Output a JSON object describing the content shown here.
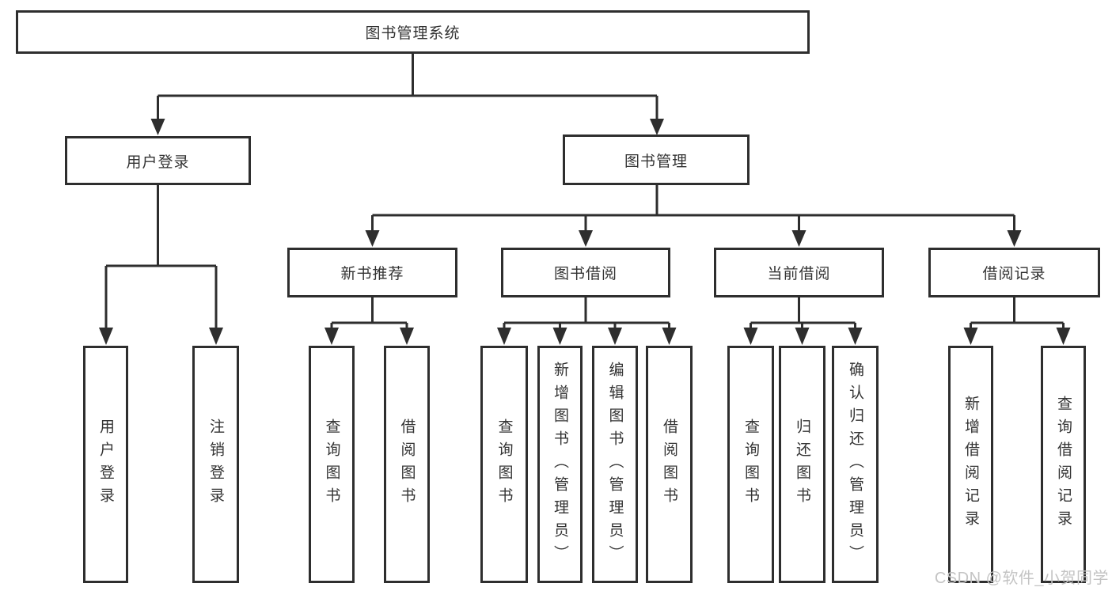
{
  "colors": {
    "line": "#2e2e2e",
    "text": "#333333",
    "box-fill": "#ffffff",
    "watermark-color": "#c4c4c4"
  },
  "tree": {
    "label": "图书管理系统",
    "children": [
      {
        "label": "用户登录",
        "children": [
          {
            "label": "用户登录"
          },
          {
            "label": "注销登录"
          }
        ]
      },
      {
        "label": "图书管理",
        "children": [
          {
            "label": "新书推荐",
            "children": [
              {
                "label": "查询图书"
              },
              {
                "label": "借阅图书"
              }
            ]
          },
          {
            "label": "图书借阅",
            "children": [
              {
                "label": "查询图书"
              },
              {
                "label": "新增图书（管理员）"
              },
              {
                "label": "编辑图书（管理员）"
              },
              {
                "label": "借阅图书"
              }
            ]
          },
          {
            "label": "当前借阅",
            "children": [
              {
                "label": "查询图书"
              },
              {
                "label": "归还图书"
              },
              {
                "label": "确认归还（管理员）"
              }
            ]
          },
          {
            "label": "借阅记录",
            "children": [
              {
                "label": "新增借阅记录"
              },
              {
                "label": "查询借阅记录"
              }
            ]
          }
        ]
      }
    ]
  },
  "watermark": {
    "text": "CSDN @软件_小贺同学"
  }
}
